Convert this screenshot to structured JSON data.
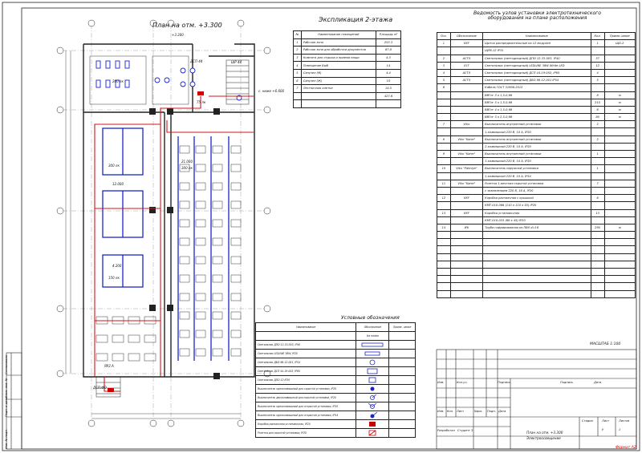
{
  "plan": {
    "title": "План на отм. +3.300",
    "annotations": [
      "+3.300",
      "200 лк",
      "ДСП 44",
      "ШР 44",
      "75 лк",
      "300 лк",
      "12.000",
      "4.200",
      "21.000",
      "300 лк",
      "150 лк",
      "ЯР2.А",
      "ДСП.ФО",
      "с. ниже +6.600"
    ]
  },
  "explication": {
    "title": "Экспликация 2-этажа",
    "headers": [
      "№",
      "Наименование помещений",
      "Площадь м²"
    ],
    "rows": [
      [
        "1",
        "Рабочая зона",
        "253.3"
      ],
      [
        "2",
        "Рабочая зона для обработки документов",
        "67.8"
      ],
      [
        "3",
        "Комната для отдыха и приема пищи",
        "4.3"
      ],
      [
        "4",
        "Помещение Бюб",
        "14"
      ],
      [
        "5",
        "Санузел (М)",
        "4.4"
      ],
      [
        "6",
        "Санузел (Ж)",
        "10"
      ],
      [
        "7",
        "Лестничная клетка",
        "14.5"
      ],
      [
        "",
        "",
        "427.6"
      ],
      [
        "",
        "",
        ""
      ]
    ]
  },
  "statement": {
    "title_line1": "Ведомость узлов установки электротехнического",
    "title_line2": "оборудования на плане расположения",
    "headers": [
      "Поз.",
      "Обозначение",
      "Наименование",
      "Кол.",
      "Приме-чание"
    ],
    "rows": [
      [
        "1",
        "EKF",
        "Щиток распределительный на 12 модулей",
        "1",
        "ЩО-2"
      ],
      [
        "",
        "",
        "ЩРВ-12 IP31",
        "",
        ""
      ],
      [
        "2",
        "АСТЭ",
        "Светильник (светодиодный) ДПО 12-33-003, IP40",
        "37",
        ""
      ],
      [
        "3",
        "ELT",
        "Светильник (светодиодный) LEDLINE 36W White LED",
        "12",
        ""
      ],
      [
        "4",
        "АСТЭ",
        "Светильник (светодиодный) ДСП 44-19-002, IP65",
        "4",
        ""
      ],
      [
        "5",
        "АСТЭ",
        "Светильник (светодиодный) ДБО 86-12-001 IP54",
        "5",
        ""
      ],
      [
        "6",
        "",
        "Кабель ГОСТ 31996-2012",
        "",
        ""
      ],
      [
        "",
        "",
        "ВВГнг 3 х 1,5-0,66",
        "8",
        "м"
      ],
      [
        "",
        "",
        "ВВГнг 3 х 1,5-0,66",
        "215",
        "м"
      ],
      [
        "",
        "",
        "ВВГнг 4 х 1,5-0,66",
        "6",
        "м"
      ],
      [
        "",
        "",
        "ВВГнг 3 х 2,5-0,66",
        "80",
        "м"
      ],
      [
        "7",
        "Viko",
        "Выключатель внутренний установки",
        "2",
        ""
      ],
      [
        "",
        "",
        "1-клавишный 220 В, 10 А, IP20",
        "",
        ""
      ],
      [
        "8",
        "Viko \"Karre\"",
        "Выключатель внутренний установки",
        "2",
        ""
      ],
      [
        "",
        "",
        "2-клавишный 220 В, 10 А, IP20",
        "",
        ""
      ],
      [
        "9",
        "Viko \"Karre\"",
        "Выключатель внутренний установки",
        "1",
        ""
      ],
      [
        "",
        "",
        "1-клавишный 220 В, 10 А, IP20",
        "",
        ""
      ],
      [
        "10",
        "Viko \"Palmiye\"",
        "Выключатель наружной установки",
        "1",
        ""
      ],
      [
        "",
        "",
        "1-клавишный 220 В, 10 А, IP54",
        "",
        ""
      ],
      [
        "11",
        "Viko \"Karre\"",
        "Розетка 1-местная скрытой установки",
        "7",
        ""
      ],
      [
        "",
        "",
        "с заземлением 220 В, 16 А, IP20",
        "",
        ""
      ],
      [
        "12",
        "EKF",
        "Коробка распаячная с крышкой",
        "6",
        ""
      ],
      [
        "",
        "",
        "КМТ-010-066 (110 х 110 х 55) IP20",
        "",
        ""
      ],
      [
        "13",
        "EKF",
        "Коробка установочная",
        "13",
        ""
      ],
      [
        "",
        "",
        "КМТ-010-033 (68 х 45) IP20",
        "",
        ""
      ],
      [
        "14",
        "IEK",
        "Труба гофрированная из ПВХ d=16",
        "295",
        "м"
      ],
      [
        "",
        "",
        "",
        "",
        ""
      ],
      [
        "",
        "",
        "",
        "",
        ""
      ],
      [
        "",
        "",
        "",
        "",
        ""
      ],
      [
        "",
        "",
        "",
        "",
        ""
      ],
      [
        "",
        "",
        "",
        "",
        ""
      ],
      [
        "",
        "",
        "",
        "",
        ""
      ],
      [
        "",
        "",
        "",
        "",
        ""
      ],
      [
        "",
        "",
        "",
        "",
        ""
      ],
      [
        "",
        "",
        "",
        "",
        ""
      ]
    ]
  },
  "legend": {
    "title": "Условные обозначения",
    "headers": [
      "Наименование",
      "Обозначение",
      "Приме- чание"
    ],
    "subheader": "На плане",
    "items": [
      "Светильник ДПО 12-33-003, IP40",
      "Светильник LEDLINE 36W, IP20",
      "Светильник ДБО 86-12-001, IP54",
      "Светильник ДСП 44-19-002, IP65",
      "Светильник ДПО 12 IP20",
      "Выключатель одноклавишный для скрытой установки, IP20",
      "Выключатель двухклавишный для скрытой установки, IP20",
      "Выключатель одноклавишный для открытой установки, IP20",
      "Выключатель одноклавишный для открытой установки, IP54",
      "Коробка распаячная установочная, IP20",
      "Розетка для скрытой установки, IP20"
    ]
  },
  "stamp": {
    "scale": "МАСШТАБ 1:100",
    "format": "Формат А2",
    "cells": [
      "Изм.",
      "Кол.уч.",
      "Подпись",
      "Подпись",
      "Дата",
      "Изм.",
      "Кол.",
      "Лист",
      "Nдок.",
      "Подп.",
      "Дата",
      "Разработал",
      "Студент 3",
      "Стадия",
      "Лист",
      "Листов",
      "У",
      "1"
    ],
    "description_line1": "План на отм. +3.300",
    "description_line2": "Электроосвещение"
  },
  "binding": {
    "labels": [
      "Инв. № подл.",
      "Подп. и дата",
      "Взам. инв. №",
      "Согласовано"
    ]
  },
  "colors": {
    "lighting": "#1a25c8",
    "power": "#d0141c",
    "lines": "#222222"
  }
}
